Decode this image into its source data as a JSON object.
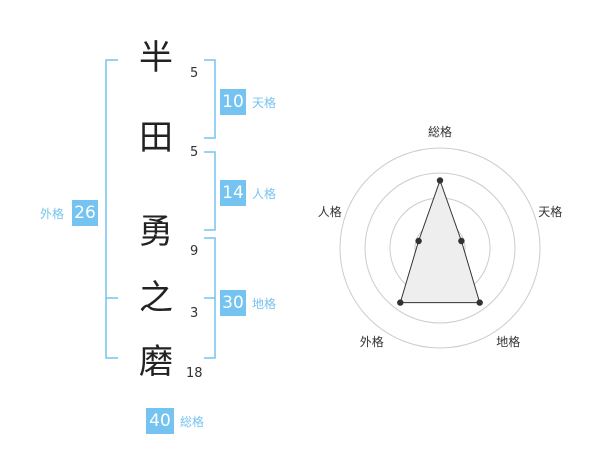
{
  "name": {
    "chars": [
      {
        "char": "半",
        "strokes": "5"
      },
      {
        "char": "田",
        "strokes": "5"
      },
      {
        "char": "勇",
        "strokes": "9"
      },
      {
        "char": "之",
        "strokes": "3"
      },
      {
        "char": "磨",
        "strokes": "18"
      }
    ]
  },
  "fortunes": {
    "tenkaku": {
      "value": "10",
      "label": "天格"
    },
    "jinkaku": {
      "value": "14",
      "label": "人格"
    },
    "chikaku": {
      "value": "30",
      "label": "地格"
    },
    "gaikaku": {
      "value": "26",
      "label": "外格"
    },
    "soukaku": {
      "value": "40",
      "label": "総格"
    }
  },
  "colors": {
    "accent": "#75c3f0",
    "ring": "#cccccc",
    "polygon_fill": "#eeeeee",
    "point": "#333333"
  },
  "chart_data": {
    "type": "radar",
    "axes": [
      "総格",
      "天格",
      "地格",
      "外格",
      "人格"
    ],
    "values": [
      3,
      1,
      3,
      3,
      1
    ],
    "max": 5,
    "rings": 4
  }
}
